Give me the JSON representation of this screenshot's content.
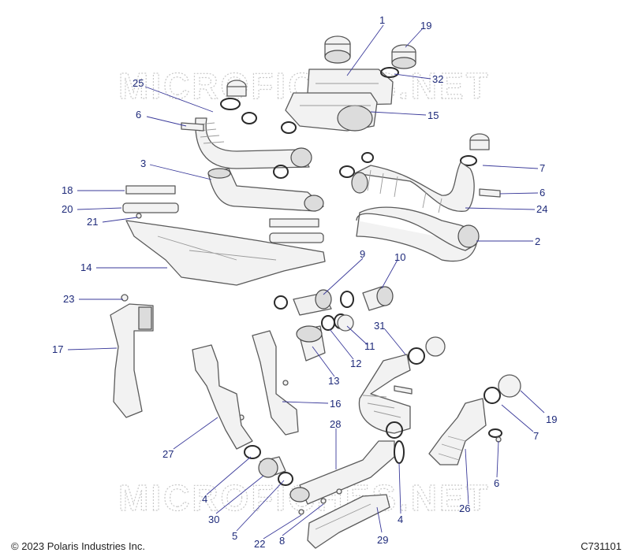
{
  "watermark": "MICROFICHES.NET",
  "copyright": "© 2023 Polaris Industries Inc.",
  "diagram_id": "C731101",
  "callouts": [
    {
      "id": "c1",
      "label": "1"
    },
    {
      "id": "c19a",
      "label": "19"
    },
    {
      "id": "c32",
      "label": "32"
    },
    {
      "id": "c25",
      "label": "25"
    },
    {
      "id": "c15",
      "label": "15"
    },
    {
      "id": "c6a",
      "label": "6"
    },
    {
      "id": "c3",
      "label": "3"
    },
    {
      "id": "c7a",
      "label": "7"
    },
    {
      "id": "c6b",
      "label": "6"
    },
    {
      "id": "c18",
      "label": "18"
    },
    {
      "id": "c24",
      "label": "24"
    },
    {
      "id": "c20",
      "label": "20"
    },
    {
      "id": "c21",
      "label": "21"
    },
    {
      "id": "c2",
      "label": "2"
    },
    {
      "id": "c9",
      "label": "9"
    },
    {
      "id": "c10",
      "label": "10"
    },
    {
      "id": "c14",
      "label": "14"
    },
    {
      "id": "c23",
      "label": "23"
    },
    {
      "id": "c31",
      "label": "31"
    },
    {
      "id": "c11",
      "label": "11"
    },
    {
      "id": "c17",
      "label": "17"
    },
    {
      "id": "c12",
      "label": "12"
    },
    {
      "id": "c13",
      "label": "13"
    },
    {
      "id": "c16",
      "label": "16"
    },
    {
      "id": "c19b",
      "label": "19"
    },
    {
      "id": "c28",
      "label": "28"
    },
    {
      "id": "c7b",
      "label": "7"
    },
    {
      "id": "c27",
      "label": "27"
    },
    {
      "id": "c6c",
      "label": "6"
    },
    {
      "id": "c4a",
      "label": "4"
    },
    {
      "id": "c26",
      "label": "26"
    },
    {
      "id": "c30",
      "label": "30"
    },
    {
      "id": "c4b",
      "label": "4"
    },
    {
      "id": "c5",
      "label": "5"
    },
    {
      "id": "c8",
      "label": "8"
    },
    {
      "id": "c22",
      "label": "22"
    },
    {
      "id": "c29",
      "label": "29"
    }
  ]
}
